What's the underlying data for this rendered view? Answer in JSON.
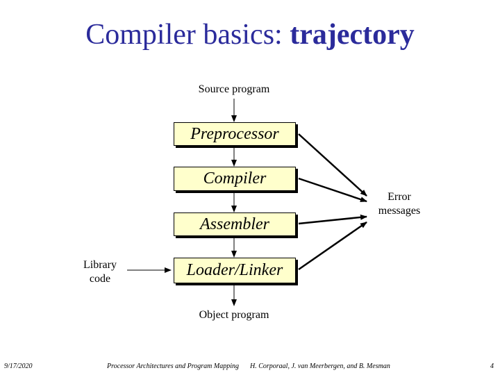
{
  "title": {
    "prefix": "Compiler basics: ",
    "emphasis": "trajectory"
  },
  "diagram": {
    "source_label": "Source program",
    "preprocessor": "Preprocessor",
    "compiler": "Compiler",
    "assembler": "Assembler",
    "loader_linker": "Loader/Linker",
    "library_line1": "Library",
    "library_line2": "code",
    "error_line1": "Error",
    "error_line2": "messages",
    "object_label": "Object program"
  },
  "footer": {
    "date": "9/17/2020",
    "course": "Processor Architectures and Program Mapping",
    "authors": "H. Corporaal, J. van Meerbergen, and B. Mesman",
    "page": "4"
  }
}
